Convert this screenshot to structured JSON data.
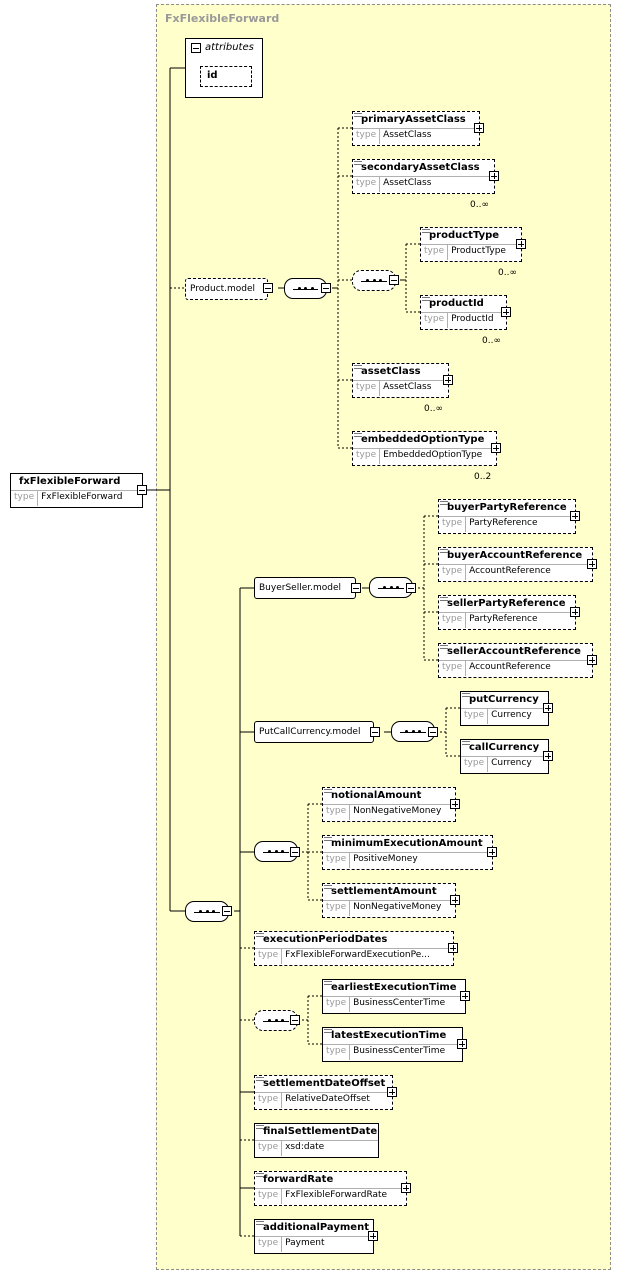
{
  "diagram": {
    "title": "FxFlexibleForward",
    "root": {
      "name": "fxFlexibleForward",
      "type_key": "type",
      "type": "FxFlexibleForward"
    },
    "attributes": {
      "header": "attributes",
      "items": [
        {
          "name": "id"
        }
      ]
    },
    "groups": {
      "product_model": "Product.model",
      "buyer_seller_model": "BuyerSeller.model",
      "put_call_currency_model": "PutCallCurrency.model"
    },
    "elements": [
      {
        "id": "primaryAssetClass",
        "name": "primaryAssetClass",
        "type": "AssetClass",
        "optional": true,
        "card": ""
      },
      {
        "id": "secondaryAssetClass",
        "name": "secondaryAssetClass",
        "type": "AssetClass",
        "optional": true,
        "card": "0..∞"
      },
      {
        "id": "productType",
        "name": "productType",
        "type": "ProductType",
        "optional": true,
        "card": "0..∞"
      },
      {
        "id": "productId",
        "name": "productId",
        "type": "ProductId",
        "optional": true,
        "card": "0..∞"
      },
      {
        "id": "assetClass",
        "name": "assetClass",
        "type": "AssetClass",
        "optional": true,
        "card": "0..∞"
      },
      {
        "id": "embeddedOptionType",
        "name": "embeddedOptionType",
        "type": "EmbeddedOptionType",
        "optional": true,
        "card": "0..2"
      },
      {
        "id": "buyerPartyReference",
        "name": "buyerPartyReference",
        "type": "PartyReference",
        "optional": true,
        "card": ""
      },
      {
        "id": "buyerAccountReference",
        "name": "buyerAccountReference",
        "type": "AccountReference",
        "optional": true,
        "card": ""
      },
      {
        "id": "sellerPartyReference",
        "name": "sellerPartyReference",
        "type": "PartyReference",
        "optional": true,
        "card": ""
      },
      {
        "id": "sellerAccountReference",
        "name": "sellerAccountReference",
        "type": "AccountReference",
        "optional": true,
        "card": ""
      },
      {
        "id": "putCurrency",
        "name": "putCurrency",
        "type": "Currency",
        "optional": false,
        "card": ""
      },
      {
        "id": "callCurrency",
        "name": "callCurrency",
        "type": "Currency",
        "optional": false,
        "card": ""
      },
      {
        "id": "notionalAmount",
        "name": "notionalAmount",
        "type": "NonNegativeMoney",
        "optional": true,
        "card": ""
      },
      {
        "id": "minimumExecutionAmount",
        "name": "minimumExecutionAmount",
        "type": "PositiveMoney",
        "optional": true,
        "card": ""
      },
      {
        "id": "settlementAmount",
        "name": "settlementAmount",
        "type": "NonNegativeMoney",
        "optional": true,
        "card": ""
      },
      {
        "id": "executionPeriodDates",
        "name": "executionPeriodDates",
        "type": "FxFlexibleForwardExecutionPe...",
        "optional": true,
        "card": ""
      },
      {
        "id": "earliestExecutionTime",
        "name": "earliestExecutionTime",
        "type": "BusinessCenterTime",
        "optional": false,
        "card": ""
      },
      {
        "id": "latestExecutionTime",
        "name": "latestExecutionTime",
        "type": "BusinessCenterTime",
        "optional": false,
        "card": ""
      },
      {
        "id": "settlementDateOffset",
        "name": "settlementDateOffset",
        "type": "RelativeDateOffset",
        "optional": true,
        "card": ""
      },
      {
        "id": "finalSettlementDate",
        "name": "finalSettlementDate",
        "type": "xsd:date",
        "optional": false,
        "card": ""
      },
      {
        "id": "forwardRate",
        "name": "forwardRate",
        "type": "FxFlexibleForwardRate",
        "optional": true,
        "card": ""
      },
      {
        "id": "additionalPayment",
        "name": "additionalPayment",
        "type": "Payment",
        "optional": false,
        "card": ""
      }
    ]
  }
}
